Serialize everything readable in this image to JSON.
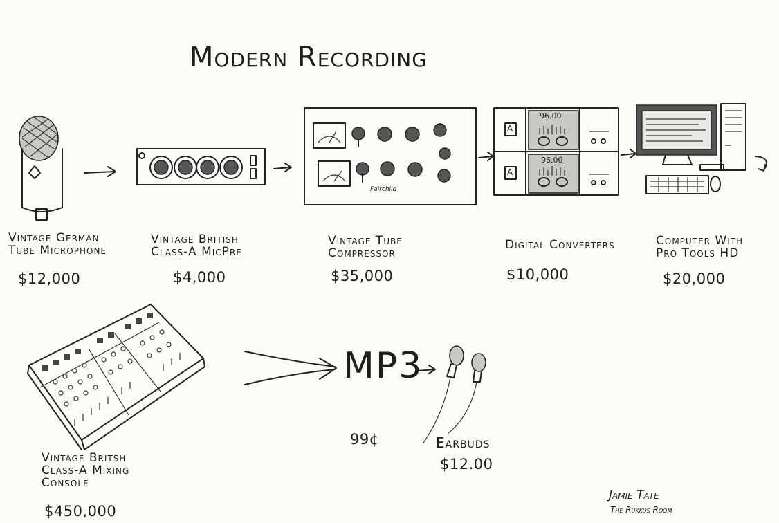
{
  "title": "Modern Recording",
  "chain": [
    {
      "label": "Vintage German\nTube Microphone",
      "price": "$12,000"
    },
    {
      "label": "Vintage British\nClass-A MicPre",
      "price": "$4,000"
    },
    {
      "label": "Vintage Tube\nCompressor",
      "price": "$35,000"
    },
    {
      "label": "Digital Converters",
      "price": "$10,000"
    },
    {
      "label": "Computer With\nPro Tools HD",
      "price": "$20,000"
    }
  ],
  "console": {
    "label": "Vintage Britsh\nClass-A Mixing\nConsole",
    "price": "$450,000"
  },
  "mp3": {
    "label": "MP3",
    "price": "99¢"
  },
  "earbuds": {
    "label": "Earbuds",
    "price": "$12.00"
  },
  "compressor_brand": "Fairchild",
  "converter_readout_top": "96.00",
  "converter_readout_bottom": "96.00",
  "converter_letter_top": "A",
  "converter_letter_bottom": "A",
  "signature": {
    "name": "Jamie Tate",
    "studio": "The Rukkus Room"
  }
}
